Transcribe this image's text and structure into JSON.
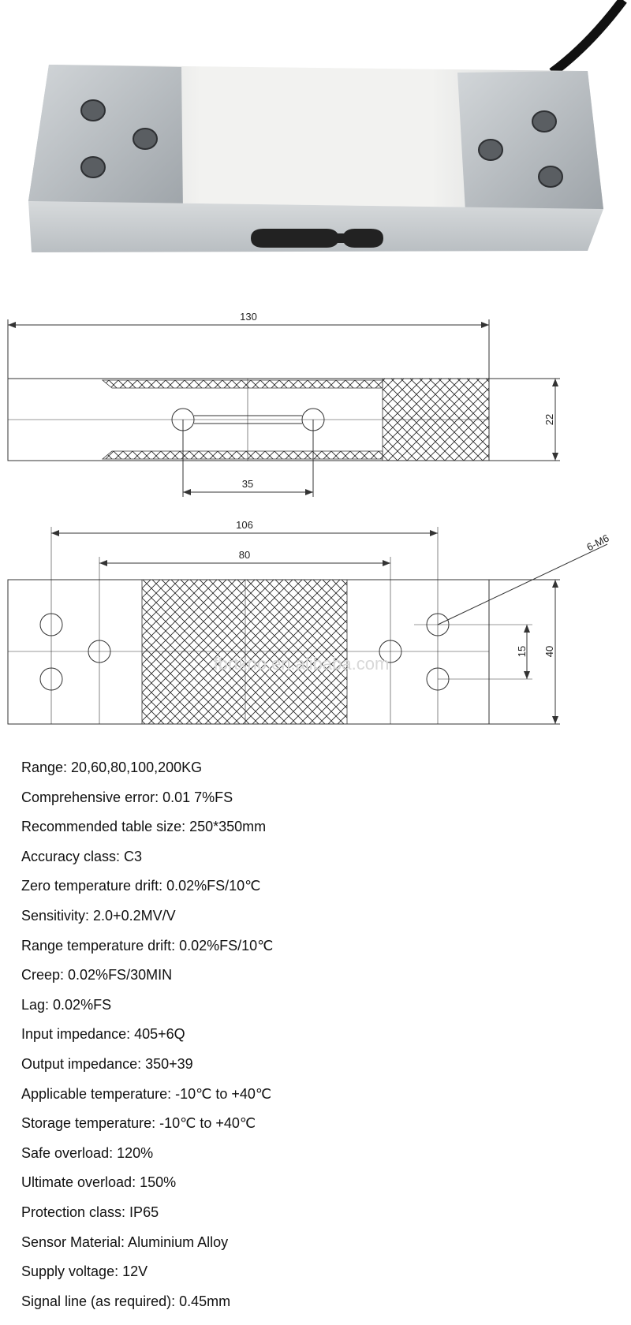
{
  "drawings": {
    "side_view": {
      "length": "130",
      "height": "22",
      "slot": "35"
    },
    "top_view": {
      "outer_holes": "106",
      "inner_holes": "80",
      "thread": "6-M6",
      "hole_gap": "15",
      "width": "40"
    },
    "watermark": "fbrtkno.en.alibaba.com"
  },
  "specs": [
    "Range: 20,60,80,100,200KG",
    "Comprehensive error: 0.01 7%FS",
    "Recommended table size: 250*350mm",
    "Accuracy class: C3",
    "Zero temperature drift: 0.02%FS/10℃",
    "Sensitivity: 2.0+0.2MV/V",
    "Range temperature drift: 0.02%FS/10℃",
    "Creep: 0.02%FS/30MIN",
    "Lag: 0.02%FS",
    "Input impedance: 405+6Q",
    "Output impedance: 350+39",
    "Applicable temperature: -10℃ to +40℃",
    "Storage temperature: -10℃ to +40℃",
    "Safe overload: 120%",
    "Ultimate overload: 150%",
    "Protection class: IP65",
    "Sensor Material: Aluminium Alloy",
    "Supply voltage: 12V",
    "Signal line (as required): 0.45mm"
  ]
}
